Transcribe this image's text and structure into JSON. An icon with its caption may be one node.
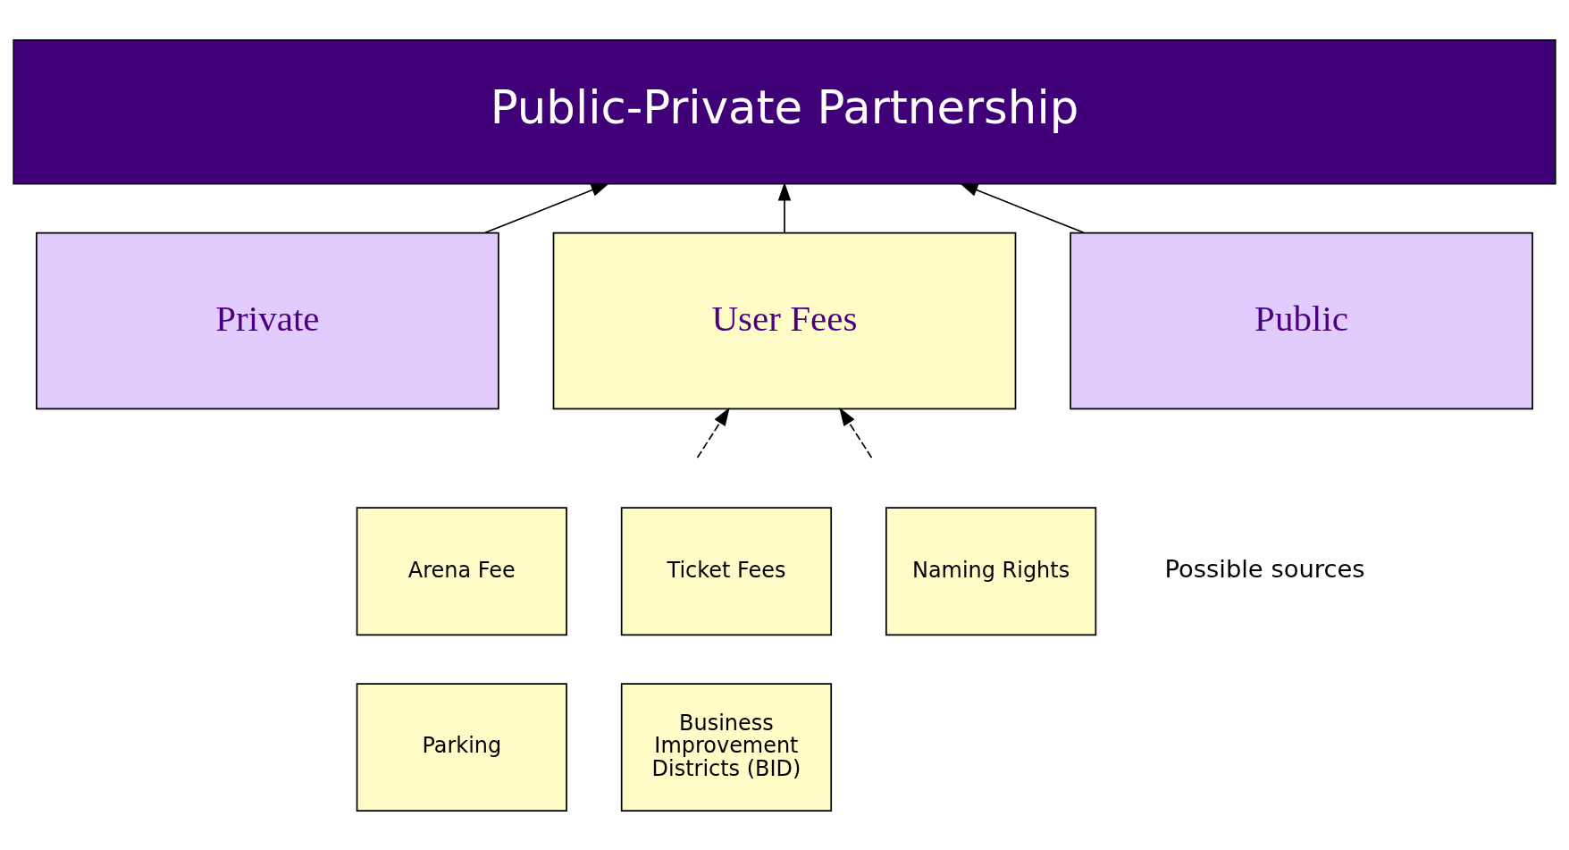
{
  "diagram": {
    "nodes": [
      {
        "text": [
          "Public-Private Partnership"
        ]
      },
      {
        "text": [
          "Private"
        ]
      },
      {
        "text": [
          "User Fees"
        ]
      },
      {
        "text": [
          "Public"
        ]
      },
      {
        "text": [
          "Arena Fee"
        ]
      },
      {
        "text": [
          "Ticket Fees"
        ]
      },
      {
        "text": [
          "Naming Rights"
        ]
      },
      {
        "text": [
          "Parking"
        ]
      },
      {
        "text": [
          "Business Improvement Districts (BID)"
        ]
      }
    ],
    "edges": [
      {
        "from": 1,
        "to": 0,
        "arrow": "to"
      },
      {
        "from": 2,
        "to": 0,
        "arrow": "to"
      },
      {
        "from": 3,
        "to": 0,
        "arrow": "to"
      },
      {
        "from": null,
        "to": 2,
        "arrow": "to",
        "style": "dashed"
      },
      {
        "from": null,
        "to": 2,
        "arrow": "to",
        "style": "dashed"
      }
    ],
    "labels": [
      "Possible sources"
    ]
  }
}
